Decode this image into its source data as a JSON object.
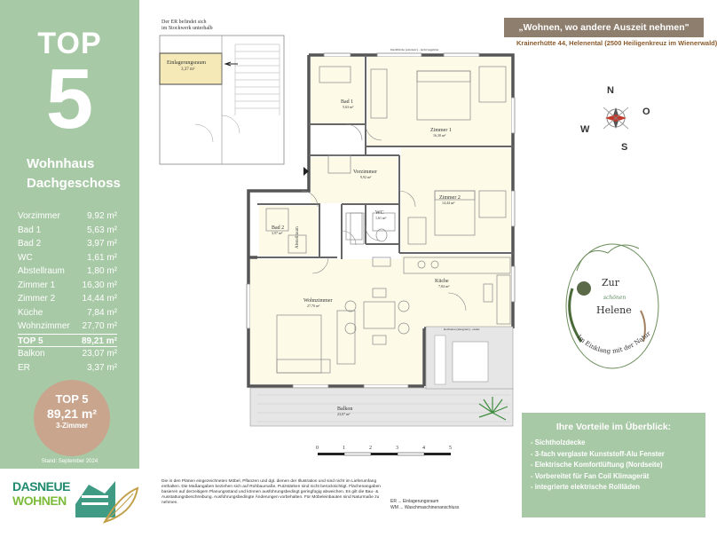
{
  "sidebar": {
    "top_title": "TOP",
    "top_number": "5",
    "building_line1": "Wohnhaus",
    "building_line2": "Dachgeschoss",
    "rooms": [
      {
        "name": "Vorzimmer",
        "area": "9,92 m²"
      },
      {
        "name": "Bad 1",
        "area": "5,63 m²"
      },
      {
        "name": "Bad 2",
        "area": "3,97 m²"
      },
      {
        "name": "WC",
        "area": "1,61 m²"
      },
      {
        "name": "Abstellraum",
        "area": "1,80 m²"
      },
      {
        "name": "Zimmer 1",
        "area": "16,30 m²"
      },
      {
        "name": "Zimmer 2",
        "area": "14,44 m²"
      },
      {
        "name": "Küche",
        "area": "7,84 m²"
      },
      {
        "name": "Wohnzimmer",
        "area": "27,70 m²"
      },
      {
        "name": "TOP 5",
        "area": "89,21 m²"
      },
      {
        "name": "Balkon",
        "area": "23,07 m²"
      },
      {
        "name": "ER",
        "area": "3,37 m²"
      }
    ],
    "badge_title": "TOP 5",
    "badge_area": "89,21 m²",
    "badge_rooms": "3-Zimmer",
    "stand": "Stand: September 2024"
  },
  "logo": {
    "line1": "DASNEUE",
    "line2": "WOHNEN"
  },
  "header": {
    "slogan": "„Wohnen, wo andere Auszeit nehmen\"",
    "address": "Krainerhütte 44, Helenental (2500 Heiligenkreuz im Wienerwald)"
  },
  "er_note": {
    "line1": "Der ER befindet sich",
    "line2": "im Stockwerk unterhalb"
  },
  "plan_labels": {
    "einlagerungsraum": "Einlagerungsraum",
    "einlagerungsraum_area": "3,37 m²",
    "bad1": "Bad 1",
    "bad1_area": "5,63 m²",
    "zimmer1": "Zimmer 1",
    "zimmer1_area": "16,30 m²",
    "vorzimmer": "Vorzimmer",
    "vorzimmer_area": "9,92 m²",
    "zimmer2": "Zimmer 2",
    "zimmer2_area": "14,44 m²",
    "bad2": "Bad 2",
    "bad2_area": "3,97 m²",
    "wc": "WC",
    "wc_area": "1,61 m²",
    "abstellraum": "Abstellraum",
    "kueche": "Küche",
    "kueche_area": "7,84 m²",
    "wohnzimmer": "Wohnzimmer",
    "wohnzimmer_area": "27,70 m²",
    "balkon": "Balkon",
    "balkon_area": "23,07 m²",
    "dachflaeche_note": "Dachfläche (extensiv) - nicht begehbar",
    "rollladen_note": "Rollladen (integriert) - elektr."
  },
  "scale": {
    "ticks": [
      "0",
      "1",
      "2",
      "3",
      "4",
      "5"
    ]
  },
  "brand_logo": {
    "line1": "Zur",
    "line2": "schönen",
    "line3": "Helene",
    "tagline": "Im Einklang mit der Natur"
  },
  "compass": {
    "n": "N",
    "o": "O",
    "s": "S",
    "w": "W"
  },
  "vorteile": {
    "title": "Ihre Vorteile im Überblick:",
    "items": [
      "- Sichtholzdecke",
      "- 3-fach verglaste Kunststoff-Alu Fenster",
      "- Elektrische Komfortlüftung (Nordseite)",
      "- Vorbereitet für Fan Coil Klimagerät",
      "- integrierte elektrische Rollläden"
    ]
  },
  "disclaimer": "Die in den Plänen eingezeichneten Möbel, Pflanzen und dgl. dienen der Illustration und sind nicht im Lieferumfang enthalten. Die Maßangaben beziehen sich auf Rohbaumaße, Putzstärken sind nicht berücksichtigt. Flächenangaben basieren auf derzeitigem Planungsstand und können ausführungsbedingt geringfügig abweichen. Es gilt die Bau- & Ausstattungsbeschreibung. Ausführungsbedingte Änderungen vorbehalten. Für Möbeleinbauten sind Naturmaße zu nehmen.",
  "legend": {
    "line1": "ER ... Einlagerungsraum",
    "line2": "WM ... Waschmaschinenanschluss"
  },
  "colors": {
    "sidebar_green": "#a8c9a6",
    "badge_tan": "#c9a58d",
    "slogan_brown": "#8e7e6e",
    "address_brown": "#8b5a2b"
  }
}
